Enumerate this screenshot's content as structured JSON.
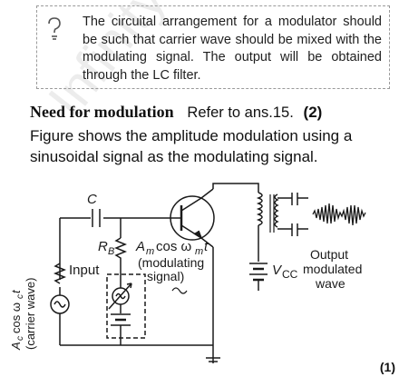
{
  "note": {
    "icon": "question-bulb-icon",
    "text": "The circuital arrangement for a modulator should be such that carrier wave should be mixed with the modulating signal. The output will be obtained through the LC filter."
  },
  "section": {
    "heading": "Need for modulation",
    "reference": "Refer to ans.15.",
    "marks": "(2)",
    "paragraph": "Figure shows the amplitude modulation using a sinusoidal signal as the modulating signal."
  },
  "circuit": {
    "capacitor_label": "C",
    "resistor_label": "R",
    "resistor_subscript": "B",
    "carrier_label": "A",
    "carrier_subscript": "c",
    "carrier_expr": "cos ω",
    "carrier_expr_sub": "c",
    "carrier_t": "t",
    "carrier_note": "(carrier wave)",
    "input_label": "Input",
    "modulating_amp": "A",
    "modulating_amp_sub": "m",
    "modulating_expr": "cos ω",
    "modulating_expr_sub": "m",
    "modulating_t": "t",
    "modulating_note_1": "(modulating",
    "modulating_note_2": "signal)",
    "vcc_label": "V",
    "vcc_subscript": "CC",
    "output_1": "Output",
    "output_2": "modulated",
    "output_3": "wave"
  },
  "footer_marks": "(1)",
  "watermark": "InfinityLearn.com"
}
